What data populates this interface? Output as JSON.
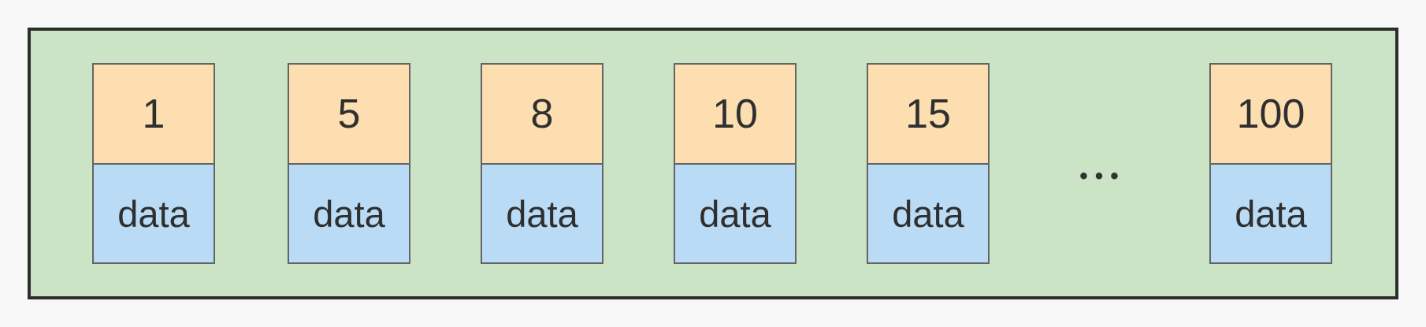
{
  "diagram": {
    "ellipsis": "•••",
    "data_label": "data"
  },
  "nodes": [
    {
      "key": "1",
      "value": "data"
    },
    {
      "key": "5",
      "value": "data"
    },
    {
      "key": "8",
      "value": "data"
    },
    {
      "key": "10",
      "value": "data"
    },
    {
      "key": "15",
      "value": "data"
    },
    {
      "key": "100",
      "value": "data"
    }
  ],
  "colors": {
    "background": "#f8f8f8",
    "container_fill": "#cbe4c6",
    "container_border": "#2d2d2d",
    "key_cell_fill": "#fcdeb0",
    "data_cell_fill": "#b9dbf5",
    "cell_border": "#646464",
    "text": "#2f2f2f"
  }
}
